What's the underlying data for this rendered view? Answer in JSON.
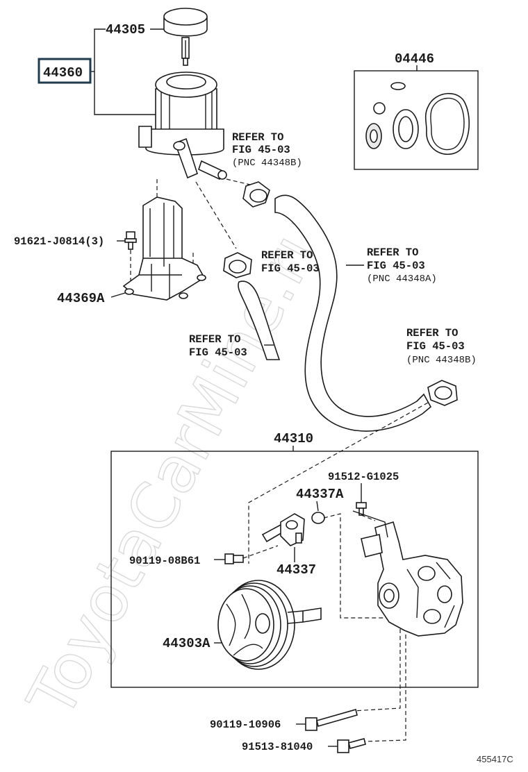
{
  "watermark": "ToyotaCarMine.ru",
  "diagram_id": "455417C",
  "labels": {
    "p44305": "44305",
    "p44360": "44360",
    "p04446": "04446",
    "p91621": "91621-J0814(3)",
    "p44369A": "44369A",
    "p44310": "44310",
    "p91512": "91512-G1025",
    "p44337A": "44337A",
    "p90119_08B61": "90119-08B61",
    "p44337": "44337",
    "p44303A": "44303A",
    "p90119_10906": "90119-10906",
    "p91513": "91513-81040"
  },
  "refs": {
    "r1_line1": "REFER TO",
    "r1_line2": "FIG 45-03",
    "r1_line3": "(PNC 44348B)",
    "r2_line1": "REFER TO",
    "r2_line2": "FIG 45-03",
    "r3_line1": "REFER TO",
    "r3_line2": "FIG 45-03",
    "r3_line3": "(PNC 44348A)",
    "r4_line1": "REFER TO",
    "r4_line2": "FIG 45-03",
    "r5_line1": "REFER TO",
    "r5_line2": "FIG 45-03",
    "r5_line3": "(PNC 44348B)"
  },
  "colors": {
    "ink": "#1a1a1a",
    "highlight_box": "#1f3b4d",
    "watermark": "#d9d9d9"
  }
}
